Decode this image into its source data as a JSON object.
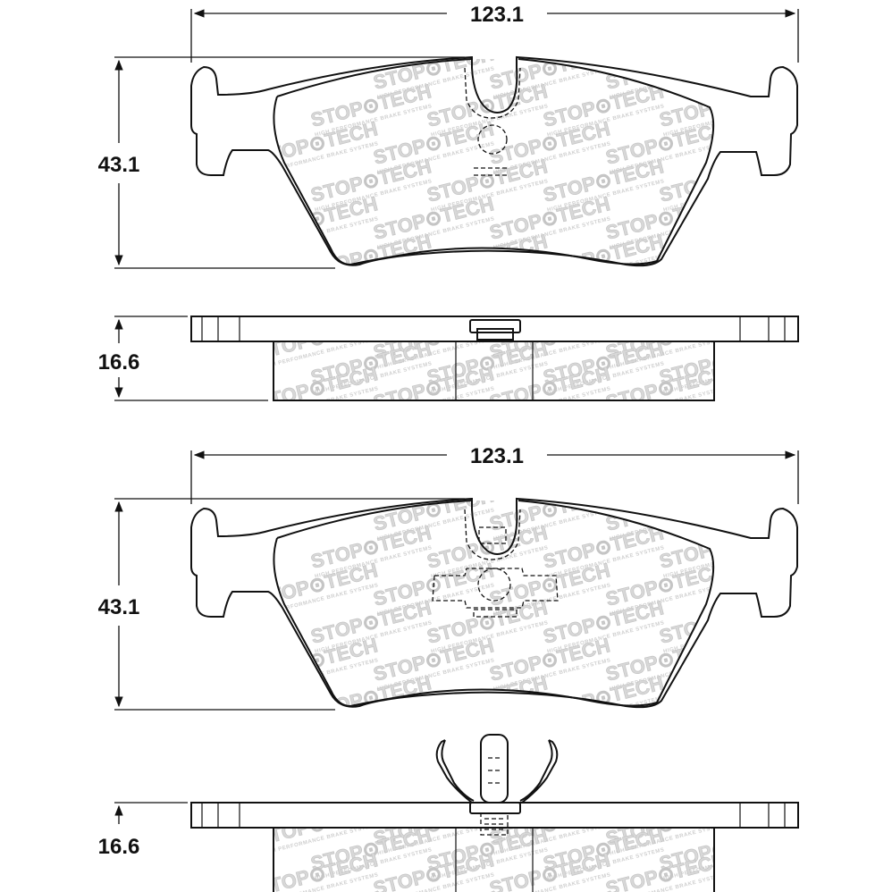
{
  "dimensions": {
    "width_top": "123.1",
    "height_top": "43.1",
    "thickness_top": "16.6",
    "width_bottom": "123.1",
    "height_bottom": "43.1",
    "thickness_bottom": "16.6"
  },
  "watermark": {
    "brand": "STOP⊙TECH",
    "tagline": "HIGH PERFORMANCE BRAKE SYSTEMS"
  },
  "colors": {
    "ink": "#111111",
    "watermark": "#d8d8d8"
  }
}
